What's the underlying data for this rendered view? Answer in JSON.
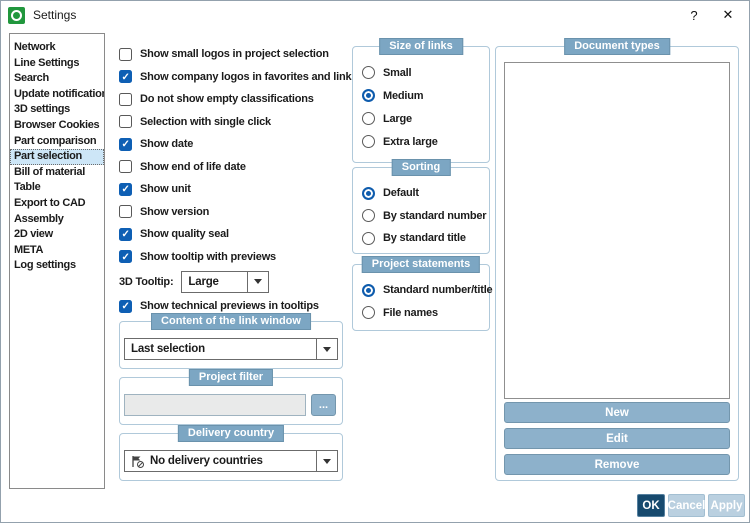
{
  "window": {
    "title": "Settings",
    "help_glyph": "?",
    "close_glyph": "✕"
  },
  "sidebar": {
    "items": [
      {
        "label": "Network",
        "selected": false
      },
      {
        "label": "Line Settings",
        "selected": false
      },
      {
        "label": "Search",
        "selected": false
      },
      {
        "label": "Update notification",
        "selected": false
      },
      {
        "label": "3D settings",
        "selected": false
      },
      {
        "label": "Browser Cookies",
        "selected": false
      },
      {
        "label": "Part comparison",
        "selected": false
      },
      {
        "label": "Part selection",
        "selected": true
      },
      {
        "label": "Bill of material",
        "selected": false
      },
      {
        "label": "Table",
        "selected": false
      },
      {
        "label": "Export to CAD",
        "selected": false
      },
      {
        "label": "Assembly",
        "selected": false
      },
      {
        "label": "2D view",
        "selected": false
      },
      {
        "label": "META",
        "selected": false
      },
      {
        "label": "Log settings",
        "selected": false
      }
    ]
  },
  "main": {
    "checkboxes_top": [
      {
        "label": "Show small logos in project selection",
        "checked": false
      },
      {
        "label": "Show company logos in favorites and links",
        "checked": true
      },
      {
        "label": "Do not show empty classifications",
        "checked": false
      },
      {
        "label": "Selection with single click",
        "checked": false
      },
      {
        "label": "Show date",
        "checked": true
      },
      {
        "label": "Show end of life date",
        "checked": false
      },
      {
        "label": "Show unit",
        "checked": true
      },
      {
        "label": "Show version",
        "checked": false
      },
      {
        "label": "Show quality seal",
        "checked": true
      },
      {
        "label": "Show tooltip with previews",
        "checked": true
      }
    ],
    "tooltip_row": {
      "label": "3D Tooltip:",
      "value": "Large"
    },
    "checkboxes_bottom": [
      {
        "label": "Show technical previews in tooltips",
        "checked": true
      }
    ]
  },
  "groups": {
    "link_window": {
      "title": "Content of the link window",
      "value": "Last selection"
    },
    "project_filter": {
      "title": "Project filter",
      "value": "",
      "browse_label": "..."
    },
    "delivery_country": {
      "title": "Delivery country",
      "value": "No delivery countries"
    },
    "size_of_links": {
      "title": "Size of links",
      "options": [
        {
          "label": "Small",
          "selected": false
        },
        {
          "label": "Medium",
          "selected": true
        },
        {
          "label": "Large",
          "selected": false
        },
        {
          "label": "Extra large",
          "selected": false
        }
      ]
    },
    "sorting": {
      "title": "Sorting",
      "options": [
        {
          "label": "Default",
          "selected": true
        },
        {
          "label": "By standard number",
          "selected": false
        },
        {
          "label": "By standard title",
          "selected": false
        }
      ]
    },
    "project_statements": {
      "title": "Project statements",
      "options": [
        {
          "label": "Standard number/title",
          "selected": true
        },
        {
          "label": "File names",
          "selected": false
        }
      ]
    },
    "document_types": {
      "title": "Document types",
      "items": [],
      "buttons": {
        "new": "New",
        "edit": "Edit",
        "remove": "Remove"
      }
    }
  },
  "footer": {
    "ok": "OK",
    "cancel": "Cancel",
    "apply": "Apply"
  },
  "colors": {
    "accent_blue": "#0e5fb4",
    "group_header": "#7ca6c3",
    "app_icon_green": "#21973d",
    "ok_button": "#174a6e",
    "light_button": "#bad0e0",
    "sidebar_selected": "#cde6f7"
  }
}
